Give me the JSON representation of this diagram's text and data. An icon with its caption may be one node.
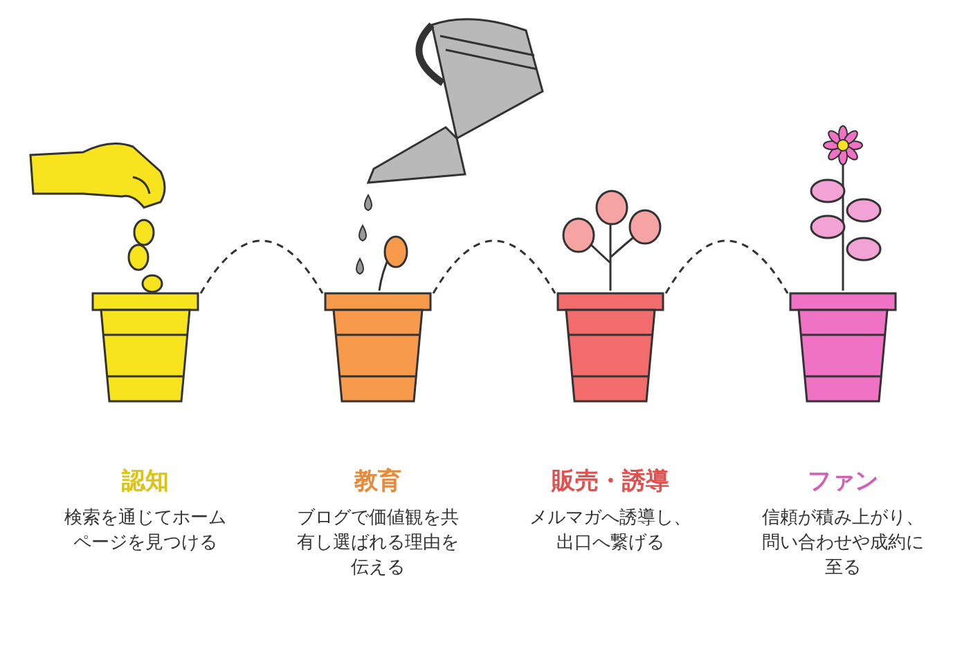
{
  "diagram": {
    "nodes": [
      {
        "text": [
          "認知"
        ]
      },
      {
        "text": [
          "教育"
        ]
      },
      {
        "text": [
          "販売・誘導"
        ]
      },
      {
        "text": [
          "ファン"
        ]
      }
    ],
    "edges": [
      {
        "from": 0,
        "to": 1,
        "arrow": "none",
        "style": "dashed"
      },
      {
        "from": 1,
        "to": 2,
        "arrow": "none",
        "style": "dashed"
      },
      {
        "from": 2,
        "to": 3,
        "arrow": "none",
        "style": "dashed"
      }
    ],
    "labels": [
      "検索を通じてホームページを見つける",
      "ブログで価値観を共有し選ばれる理由を伝える",
      "メルマガへ誘導し、出口へ繋げる",
      "信頼が積み上がり、問い合わせや成約に至る"
    ]
  }
}
